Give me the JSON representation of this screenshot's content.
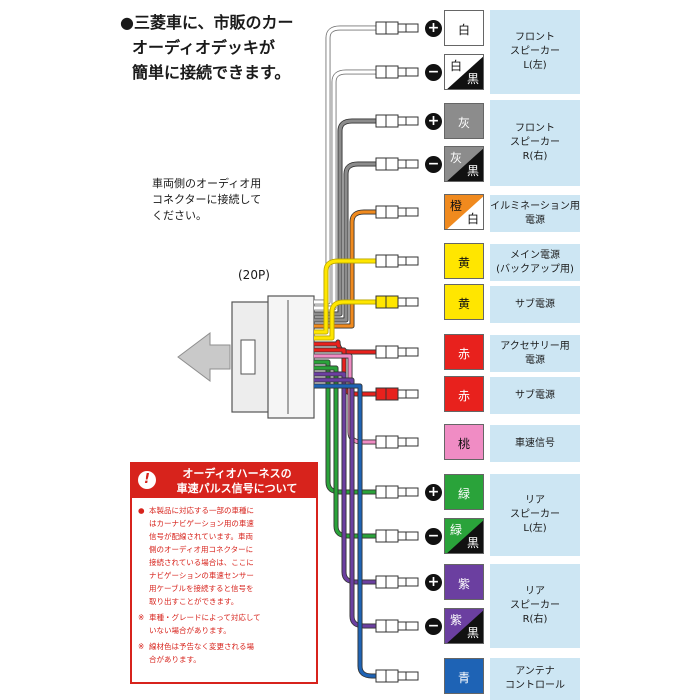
{
  "headline": [
    "●三菱車に、市販のカー",
    "オーディオデッキが",
    "簡単に接続できます。"
  ],
  "connector_note": [
    "車両側のオーディオ用",
    "コネクターに接続して",
    "ください。"
  ],
  "connector_pins": "(20P)",
  "notice": {
    "title": [
      "オーディオハーネスの",
      "車速パルス信号について"
    ],
    "items": [
      {
        "mark": "●",
        "lines": [
          "本製品に対応する一部の車種に",
          "はカーナビゲーション用の車速",
          "信号が配線されています。車両",
          "側のオーディオ用コネクターに",
          "接続されている場合は、ここに",
          "ナビゲーションの車速センサー",
          "用ケーブルを接続すると信号を",
          "取り出すことができます。"
        ]
      },
      {
        "mark": "※",
        "lines": [
          "車種・グレードによって対応して",
          "いない場合があります。"
        ]
      },
      {
        "mark": "※",
        "lines": [
          "線材色は予告なく変更される場",
          "合があります。"
        ]
      }
    ]
  },
  "wires": [
    {
      "color": "白",
      "stripe": "",
      "polarity": "+",
      "hex": "#ffffff",
      "stripe_hex": ""
    },
    {
      "color": "白",
      "stripe": "黒",
      "polarity": "−",
      "hex": "#ffffff",
      "stripe_hex": "#111111"
    },
    {
      "color": "灰",
      "stripe": "",
      "polarity": "+",
      "hex": "#8c8c8c",
      "stripe_hex": ""
    },
    {
      "color": "灰",
      "stripe": "黒",
      "polarity": "−",
      "hex": "#8c8c8c",
      "stripe_hex": "#111111"
    },
    {
      "color": "橙",
      "stripe": "白",
      "polarity": "",
      "hex": "#f08a1e",
      "stripe_hex": "#ffffff"
    },
    {
      "color": "黄",
      "stripe": "",
      "polarity": "",
      "hex": "#ffe600",
      "stripe_hex": ""
    },
    {
      "color": "黄",
      "stripe": "",
      "polarity": "",
      "hex": "#ffe600",
      "stripe_hex": ""
    },
    {
      "color": "赤",
      "stripe": "",
      "polarity": "",
      "hex": "#e8211d",
      "stripe_hex": ""
    },
    {
      "color": "赤",
      "stripe": "",
      "polarity": "",
      "hex": "#e8211d",
      "stripe_hex": ""
    },
    {
      "color": "桃",
      "stripe": "",
      "polarity": "",
      "hex": "#f08cc4",
      "stripe_hex": ""
    },
    {
      "color": "緑",
      "stripe": "",
      "polarity": "+",
      "hex": "#2aa33a",
      "stripe_hex": ""
    },
    {
      "color": "緑",
      "stripe": "黒",
      "polarity": "−",
      "hex": "#2aa33a",
      "stripe_hex": "#111111"
    },
    {
      "color": "紫",
      "stripe": "",
      "polarity": "+",
      "hex": "#6b3fa0",
      "stripe_hex": ""
    },
    {
      "color": "紫",
      "stripe": "黒",
      "polarity": "−",
      "hex": "#6b3fa0",
      "stripe_hex": "#111111"
    },
    {
      "color": "青",
      "stripe": "",
      "polarity": "",
      "hex": "#1e63b5",
      "stripe_hex": ""
    }
  ],
  "labels": [
    {
      "lines": [
        "フロント",
        "スピーカー",
        "L(左)"
      ]
    },
    {
      "lines": [
        "フロント",
        "スピーカー",
        "R(右)"
      ]
    },
    {
      "lines": [
        "イルミネーション用",
        "電源"
      ]
    },
    {
      "lines": [
        "メイン電源",
        "(バックアップ用)"
      ]
    },
    {
      "lines": [
        "サブ電源"
      ]
    },
    {
      "lines": [
        "アクセサリー用",
        "電源"
      ]
    },
    {
      "lines": [
        "サブ電源"
      ]
    },
    {
      "lines": [
        "車速信号"
      ]
    },
    {
      "lines": [
        "リア",
        "スピーカー",
        "L(左)"
      ]
    },
    {
      "lines": [
        "リア",
        "スピーカー",
        "R(右)"
      ]
    },
    {
      "lines": [
        "アンテナ",
        "コントロール"
      ]
    }
  ]
}
